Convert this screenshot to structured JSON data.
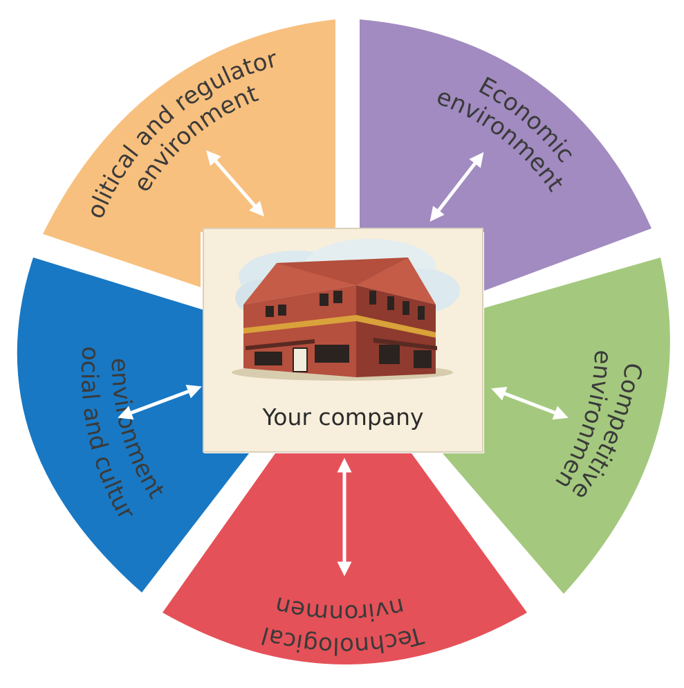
{
  "segments": {
    "political": {
      "line1": "Political and regulatory",
      "line2": "environment",
      "color": "#F8C07E"
    },
    "economic": {
      "line1": "Economic",
      "line2": "environment",
      "color": "#A18BC0"
    },
    "competitive": {
      "line1": "Competitive",
      "line2": "environment",
      "color": "#A4C97E"
    },
    "technological": {
      "line1": "Technological",
      "line2": "environment",
      "color": "#E55158"
    },
    "social": {
      "line1": "Social and cultural",
      "line2": "environment",
      "color": "#1878C4"
    }
  },
  "center": {
    "label": "Your company",
    "background": "#F7EFDC"
  },
  "arrow_color": "#ffffff"
}
